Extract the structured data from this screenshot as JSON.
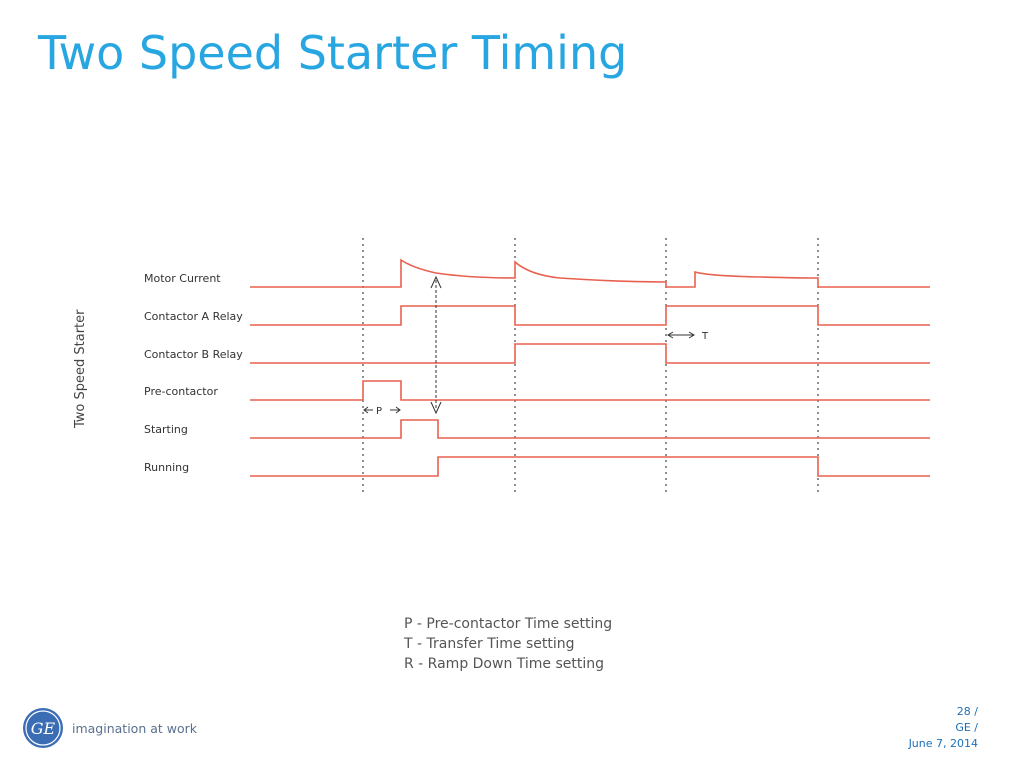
{
  "slide": {
    "title": "Two Speed Starter Timing"
  },
  "diagram": {
    "vertical_label": "Two Speed Starter",
    "signals": [
      {
        "label": "Motor Current"
      },
      {
        "label": "Contactor A Relay"
      },
      {
        "label": "Contactor B Relay"
      },
      {
        "label": "Pre-contactor"
      },
      {
        "label": "Starting"
      },
      {
        "label": "Running"
      }
    ],
    "markers": {
      "p_label": "P",
      "t_label": "T"
    },
    "line_color": "#e8604f"
  },
  "legend": [
    "P - Pre-contactor Time setting",
    "T - Transfer Time setting",
    "R - Ramp Down Time setting"
  ],
  "logo": {
    "monogram": "GE",
    "tagline": "imagination at work"
  },
  "footer": {
    "page": "28 /",
    "company": "GE /",
    "date": "June 7, 2014"
  }
}
